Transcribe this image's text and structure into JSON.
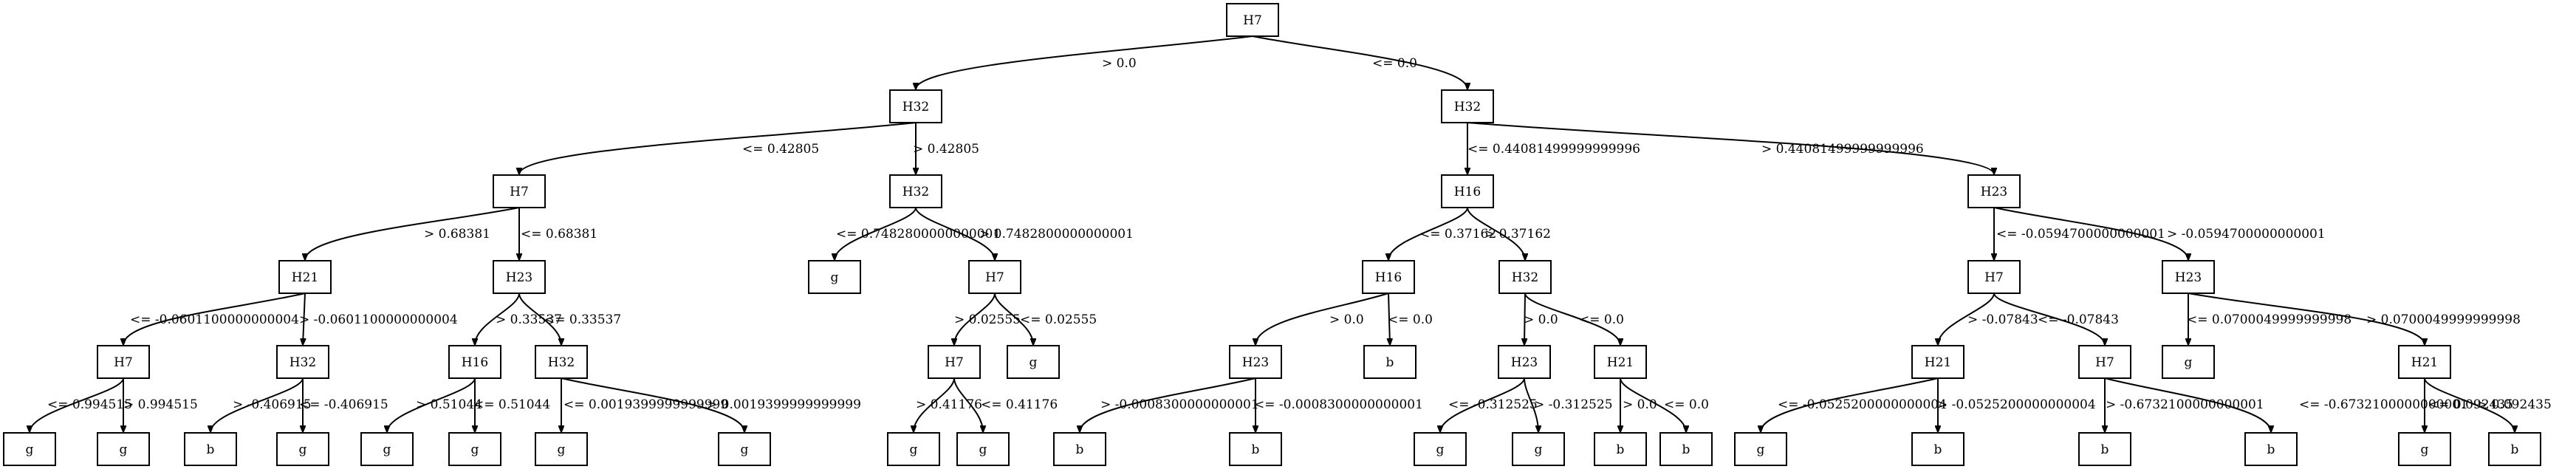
{
  "nodes": [
    {
      "id": "n0",
      "label": "H7"
    },
    {
      "id": "n1",
      "label": "H32"
    },
    {
      "id": "n2",
      "label": "H32"
    },
    {
      "id": "n3",
      "label": "H7"
    },
    {
      "id": "n4",
      "label": "H32"
    },
    {
      "id": "n5",
      "label": "H16"
    },
    {
      "id": "n6",
      "label": "H23"
    },
    {
      "id": "n7",
      "label": "H21"
    },
    {
      "id": "n8",
      "label": "H23"
    },
    {
      "id": "n9",
      "label": "g"
    },
    {
      "id": "n10",
      "label": "H7"
    },
    {
      "id": "n11",
      "label": "H16"
    },
    {
      "id": "n12",
      "label": "H32"
    },
    {
      "id": "n13",
      "label": "H7"
    },
    {
      "id": "n14",
      "label": "H23"
    },
    {
      "id": "n15",
      "label": "H7"
    },
    {
      "id": "n16",
      "label": "H32"
    },
    {
      "id": "n17",
      "label": "H16"
    },
    {
      "id": "n18",
      "label": "H32"
    },
    {
      "id": "n19",
      "label": "H7"
    },
    {
      "id": "n20",
      "label": "g"
    },
    {
      "id": "n21",
      "label": "H23"
    },
    {
      "id": "n22",
      "label": "b"
    },
    {
      "id": "n23",
      "label": "H23"
    },
    {
      "id": "n24",
      "label": "H21"
    },
    {
      "id": "n25",
      "label": "H21"
    },
    {
      "id": "n26",
      "label": "H7"
    },
    {
      "id": "n27",
      "label": "g"
    },
    {
      "id": "n28",
      "label": "H21"
    },
    {
      "id": "n29",
      "label": "g"
    },
    {
      "id": "n30",
      "label": "g"
    },
    {
      "id": "n31",
      "label": "b"
    },
    {
      "id": "n32",
      "label": "g"
    },
    {
      "id": "n33",
      "label": "g"
    },
    {
      "id": "n34",
      "label": "g"
    },
    {
      "id": "n35",
      "label": "g"
    },
    {
      "id": "n36",
      "label": "g"
    },
    {
      "id": "n37",
      "label": "g"
    },
    {
      "id": "n38",
      "label": "g"
    },
    {
      "id": "n39",
      "label": "b"
    },
    {
      "id": "n40",
      "label": "b"
    },
    {
      "id": "n41",
      "label": "g"
    },
    {
      "id": "n42",
      "label": "g"
    },
    {
      "id": "n43",
      "label": "b"
    },
    {
      "id": "n44",
      "label": "b"
    },
    {
      "id": "n45",
      "label": "g"
    },
    {
      "id": "n46",
      "label": "b"
    },
    {
      "id": "n47",
      "label": "b"
    },
    {
      "id": "n48",
      "label": "b"
    },
    {
      "id": "n49",
      "label": "g"
    },
    {
      "id": "n50",
      "label": "b"
    }
  ],
  "edges": [
    {
      "from": "n0",
      "to": "n1",
      "label": "> 0.0"
    },
    {
      "from": "n0",
      "to": "n2",
      "label": "<= 0.0"
    },
    {
      "from": "n1",
      "to": "n3",
      "label": "<= 0.42805"
    },
    {
      "from": "n1",
      "to": "n4",
      "label": "> 0.42805"
    },
    {
      "from": "n2",
      "to": "n5",
      "label": "<= 0.44081499999999996"
    },
    {
      "from": "n2",
      "to": "n6",
      "label": "> 0.44081499999999996"
    },
    {
      "from": "n3",
      "to": "n7",
      "label": "> 0.68381"
    },
    {
      "from": "n3",
      "to": "n8",
      "label": "<= 0.68381"
    },
    {
      "from": "n4",
      "to": "n9",
      "label": "<= 0.7482800000000001"
    },
    {
      "from": "n4",
      "to": "n10",
      "label": "> 0.7482800000000001"
    },
    {
      "from": "n5",
      "to": "n11",
      "label": "<= 0.37162"
    },
    {
      "from": "n5",
      "to": "n12",
      "label": "> 0.37162"
    },
    {
      "from": "n6",
      "to": "n13",
      "label": "<= -0.0594700000000001"
    },
    {
      "from": "n6",
      "to": "n14",
      "label": "> -0.0594700000000001"
    },
    {
      "from": "n7",
      "to": "n15",
      "label": "<= -0.0601100000000004"
    },
    {
      "from": "n7",
      "to": "n16",
      "label": "> -0.0601100000000004"
    },
    {
      "from": "n8",
      "to": "n17",
      "label": "> 0.33537"
    },
    {
      "from": "n8",
      "to": "n18",
      "label": "<= 0.33537"
    },
    {
      "from": "n10",
      "to": "n19",
      "label": "> 0.02555"
    },
    {
      "from": "n10",
      "to": "n20",
      "label": "<= 0.02555"
    },
    {
      "from": "n11",
      "to": "n21",
      "label": "> 0.0"
    },
    {
      "from": "n11",
      "to": "n22",
      "label": "<= 0.0"
    },
    {
      "from": "n12",
      "to": "n23",
      "label": "> 0.0"
    },
    {
      "from": "n12",
      "to": "n24",
      "label": "<= 0.0"
    },
    {
      "from": "n13",
      "to": "n25",
      "label": "> -0.07843"
    },
    {
      "from": "n13",
      "to": "n26",
      "label": "<= -0.07843"
    },
    {
      "from": "n14",
      "to": "n27",
      "label": "<= 0.0700049999999998"
    },
    {
      "from": "n14",
      "to": "n28",
      "label": "> 0.0700049999999998"
    },
    {
      "from": "n15",
      "to": "n29",
      "label": "<= 0.994515"
    },
    {
      "from": "n15",
      "to": "n30",
      "label": "> 0.994515"
    },
    {
      "from": "n16",
      "to": "n31",
      "label": "> -0.406915"
    },
    {
      "from": "n16",
      "to": "n32",
      "label": "<= -0.406915"
    },
    {
      "from": "n17",
      "to": "n33",
      "label": "> 0.51044"
    },
    {
      "from": "n17",
      "to": "n34",
      "label": "<= 0.51044"
    },
    {
      "from": "n18",
      "to": "n35",
      "label": "<= 0.0019399999999999"
    },
    {
      "from": "n18",
      "to": "n36",
      "label": "> 0.0019399999999999"
    },
    {
      "from": "n19",
      "to": "n37",
      "label": "> 0.41176"
    },
    {
      "from": "n19",
      "to": "n38",
      "label": "<= 0.41176"
    },
    {
      "from": "n21",
      "to": "n39",
      "label": "> -0.0008300000000001"
    },
    {
      "from": "n21",
      "to": "n40",
      "label": "<= -0.0008300000000001"
    },
    {
      "from": "n23",
      "to": "n41",
      "label": "<= -0.312525"
    },
    {
      "from": "n23",
      "to": "n42",
      "label": "> -0.312525"
    },
    {
      "from": "n24",
      "to": "n43",
      "label": "> 0.0"
    },
    {
      "from": "n24",
      "to": "n44",
      "label": "<= 0.0"
    },
    {
      "from": "n25",
      "to": "n45",
      "label": "<= -0.0525200000000004"
    },
    {
      "from": "n25",
      "to": "n46",
      "label": "> -0.0525200000000004"
    },
    {
      "from": "n26",
      "to": "n47",
      "label": "> -0.6732100000000001"
    },
    {
      "from": "n26",
      "to": "n48",
      "label": "<= -0.6732100000000001"
    },
    {
      "from": "n28",
      "to": "n49",
      "label": "<= 0.092435"
    },
    {
      "from": "n28",
      "to": "n50",
      "label": "> 0.092435"
    }
  ]
}
